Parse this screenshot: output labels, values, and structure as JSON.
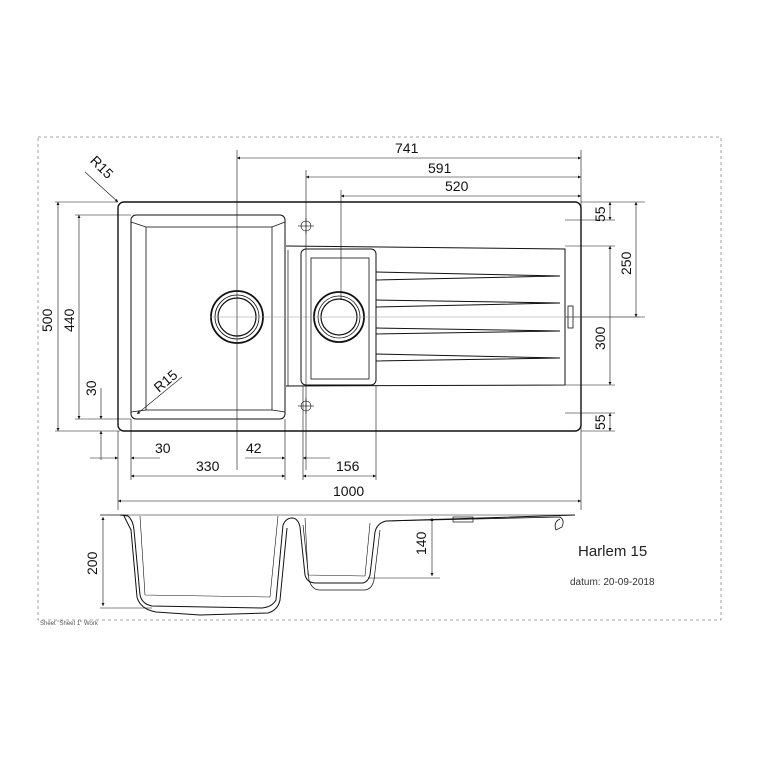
{
  "drawing": {
    "product_name": "Harlem 15",
    "date_label": "datum: 20-09-2018",
    "sheet_label": "Sheet \"Sheet 1\" Work",
    "colors": {
      "line": "#111111",
      "border": "#888888",
      "background": "#ffffff"
    }
  },
  "top_view": {
    "corner_radius_outer": "R15",
    "corner_radius_inner": "R15",
    "dimensions_horizontal_top": [
      "741",
      "591",
      "520"
    ],
    "dimensions_vertical_left": [
      "500",
      "440",
      "30"
    ],
    "dimensions_vertical_right": [
      "55",
      "250",
      "300",
      "55"
    ],
    "dimensions_horizontal_bottom": {
      "left_margin": "30",
      "gap": "42",
      "main_bowl_width": "330",
      "small_bowl_width": "156",
      "overall_width": "1000"
    }
  },
  "side_view": {
    "main_bowl_depth": "200",
    "small_bowl_depth": "140"
  }
}
